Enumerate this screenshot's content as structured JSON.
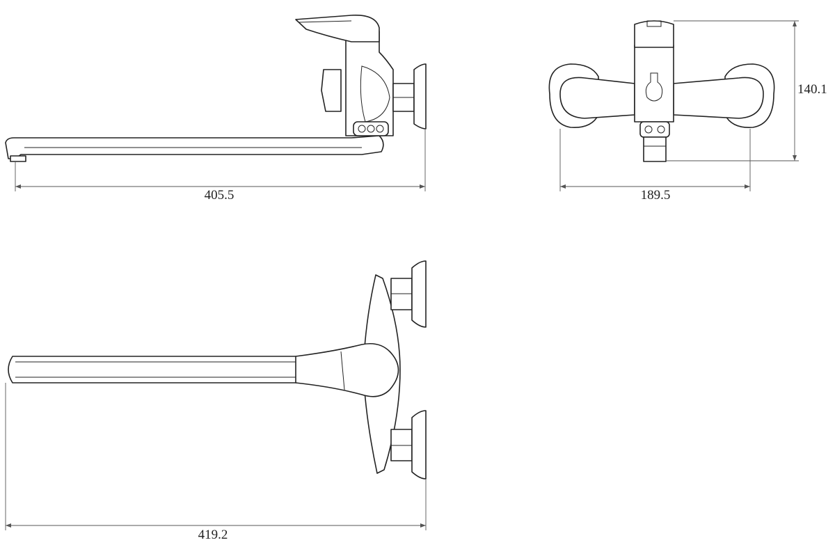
{
  "drawing": {
    "views": [
      {
        "name": "side-view",
        "dimension_label": "405.5"
      },
      {
        "name": "front-view",
        "width_label": "189.5",
        "height_label": "140.1"
      },
      {
        "name": "top-view",
        "dimension_label": "419.2"
      }
    ],
    "colors": {
      "line": "#222222",
      "dimension": "#555555",
      "background": "#ffffff"
    }
  }
}
